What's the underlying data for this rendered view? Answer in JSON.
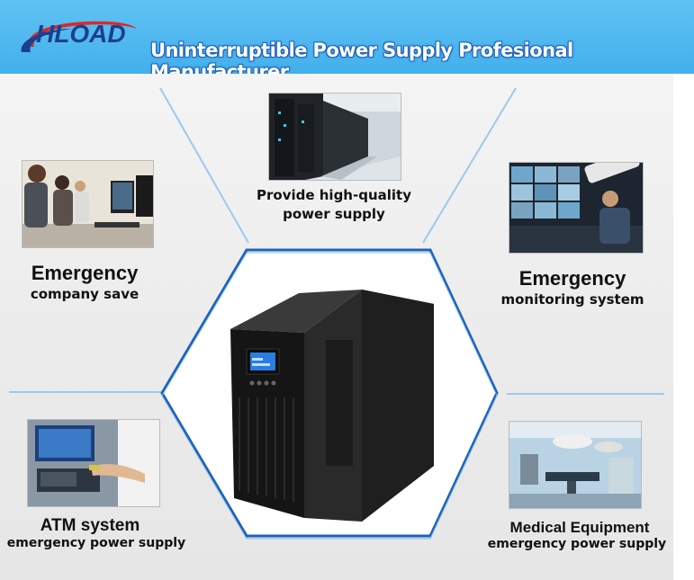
{
  "header": {
    "logo_text": "HLOAD",
    "tagline": "Uninterruptible Power Supply Profesional Manufacturer"
  },
  "features": {
    "top": {
      "line1": "Provide high-quality",
      "line2": "power supply"
    },
    "left_top": {
      "title": "Emergency",
      "subtitle": "company save"
    },
    "right_top": {
      "title": "Emergency",
      "subtitle": "monitoring system"
    },
    "left_bottom": {
      "title": "ATM system",
      "subtitle": "emergency power supply"
    },
    "right_bottom": {
      "title": "Medical Equipment",
      "subtitle": "emergency power supply"
    }
  },
  "colors": {
    "header_bg": "#4ab5ee",
    "accent_blue": "#1e62b8",
    "logo_red": "#d92a2a",
    "ups_body": "#1a1a1a",
    "ups_screen": "#2a7de1"
  },
  "icons": [
    "logo-swoosh",
    "ups-device"
  ]
}
